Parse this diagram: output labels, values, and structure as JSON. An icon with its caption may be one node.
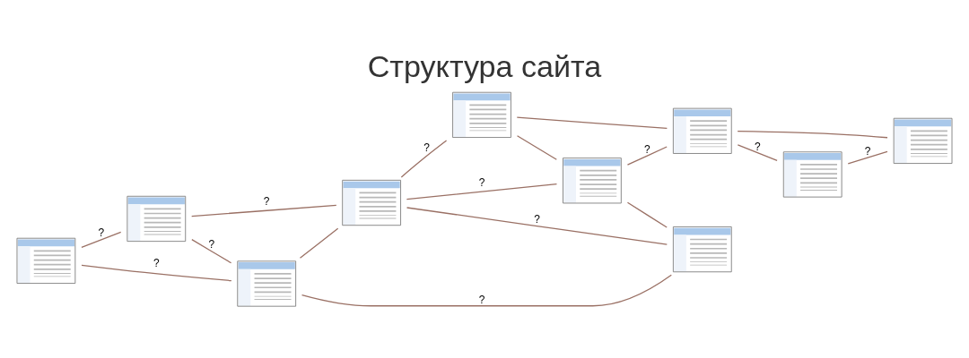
{
  "diagram": {
    "title": "Структура сайта",
    "nodes": [
      {
        "text": [],
        "shape": "picture"
      },
      {
        "text": [],
        "shape": "picture"
      },
      {
        "text": [],
        "shape": "picture"
      },
      {
        "text": [],
        "shape": "picture"
      },
      {
        "text": [],
        "shape": "picture"
      },
      {
        "text": [],
        "shape": "picture"
      },
      {
        "text": [],
        "shape": "picture"
      },
      {
        "text": [],
        "shape": "picture"
      },
      {
        "text": [],
        "shape": "picture"
      },
      {
        "text": [],
        "shape": "picture"
      }
    ],
    "edges": [
      {
        "from": 0,
        "to": 1,
        "arrow": "none",
        "label": "?"
      },
      {
        "from": 0,
        "to": 2,
        "arrow": "none",
        "label": "?"
      },
      {
        "from": 1,
        "to": 3,
        "arrow": "none",
        "label": "?"
      },
      {
        "from": 1,
        "to": 2,
        "arrow": "none",
        "label": "?"
      },
      {
        "from": 2,
        "to": 3,
        "arrow": "none"
      },
      {
        "from": 2,
        "to": 4,
        "arrow": "none",
        "label": "?"
      },
      {
        "from": 3,
        "to": 6,
        "arrow": "none",
        "label": "?"
      },
      {
        "from": 3,
        "to": 5,
        "arrow": "none",
        "label": "?"
      },
      {
        "from": 3,
        "to": 4,
        "arrow": "none",
        "label": "?"
      },
      {
        "from": 6,
        "to": 5,
        "arrow": "none"
      },
      {
        "from": 5,
        "to": 4,
        "arrow": "none"
      },
      {
        "from": 6,
        "to": 7,
        "arrow": "none"
      },
      {
        "from": 5,
        "to": 7,
        "arrow": "none",
        "label": "?"
      },
      {
        "from": 7,
        "to": 9,
        "arrow": "none",
        "label": "?"
      },
      {
        "from": 7,
        "to": 8,
        "arrow": "none"
      },
      {
        "from": 9,
        "to": 8,
        "arrow": "none",
        "label": "?"
      }
    ]
  }
}
